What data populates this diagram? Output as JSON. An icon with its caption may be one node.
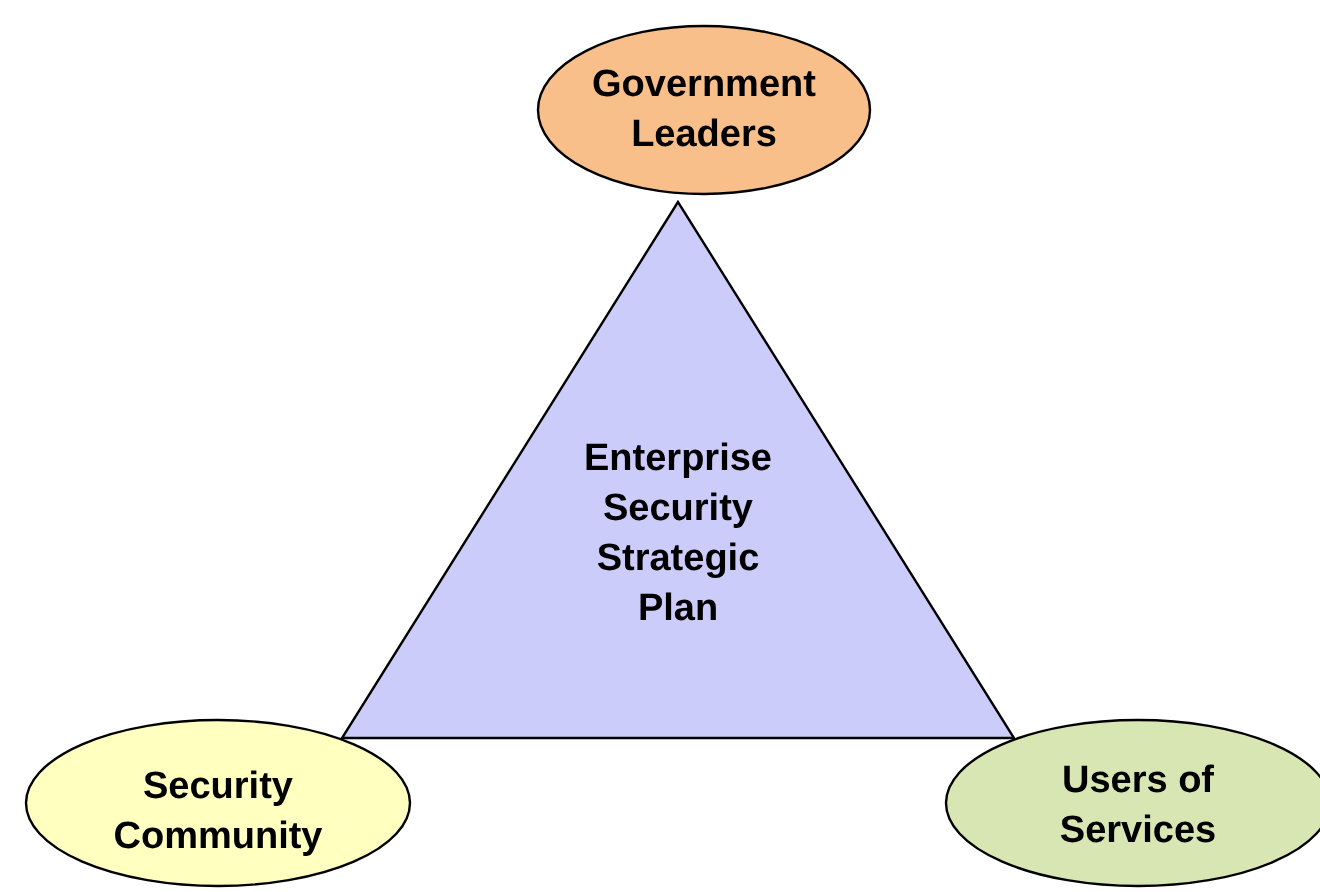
{
  "diagram": {
    "nodes": [
      {
        "text": [
          "Government Leaders"
        ]
      },
      {
        "text": [
          "Enterprise Security Strategic Plan"
        ]
      },
      {
        "text": [
          "Security Community"
        ]
      },
      {
        "text": [
          "Users of Services"
        ]
      }
    ]
  }
}
